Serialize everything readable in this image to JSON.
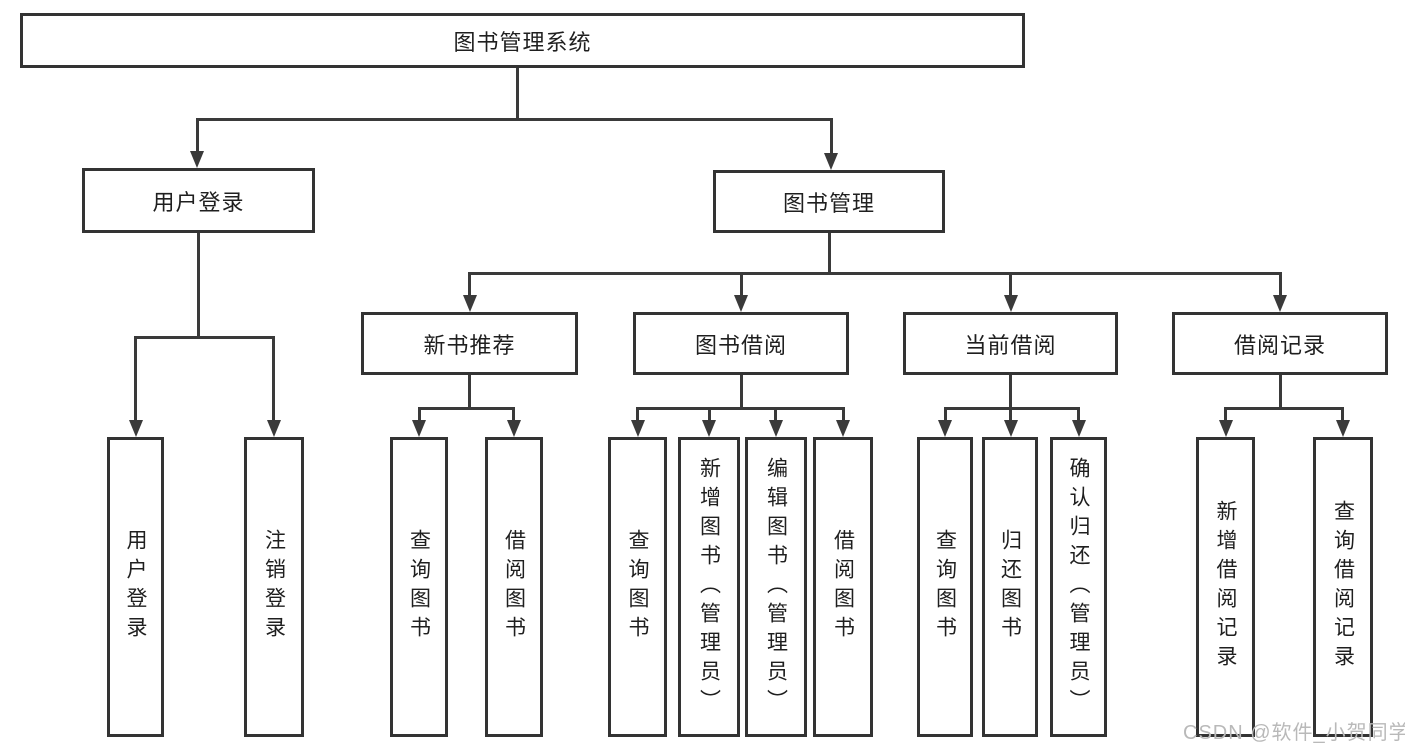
{
  "colors": {
    "line": "#3a3a3a",
    "box_border": "#333333",
    "text": "#1f1f1f",
    "watermark": "#b9b9b9",
    "background": "#ffffff"
  },
  "watermark": {
    "text": "CSDN @软件_小贺同学"
  },
  "nodes": {
    "root": {
      "label": "图书管理系统"
    },
    "level2": [
      {
        "label": "用户登录"
      },
      {
        "label": "图书管理"
      }
    ],
    "level3": [
      {
        "label": "新书推荐"
      },
      {
        "label": "图书借阅"
      },
      {
        "label": "当前借阅"
      },
      {
        "label": "借阅记录"
      }
    ],
    "leaves": {
      "user_login": [
        "用户登录",
        "注销登录"
      ],
      "new_book": [
        "查询图书",
        "借阅图书"
      ],
      "book_borrow": [
        "查询图书",
        "新增图书（管理员）",
        "编辑图书（管理员）",
        "借阅图书"
      ],
      "current_borrow": [
        "查询图书",
        "归还图书",
        "确认归还（管理员）"
      ],
      "borrow_record": [
        "新增借阅记录",
        "查询借阅记录"
      ]
    }
  }
}
